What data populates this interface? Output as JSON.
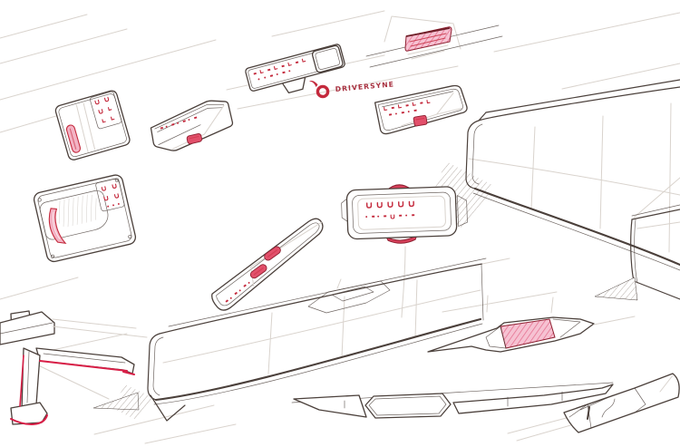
{
  "artwork": {
    "kind": "industrial-design-sketch-sheet",
    "subject": "automotive interior handle, trim and console concept sketches in pencil with red accents",
    "paper_color": "#ffffff"
  },
  "logo": {
    "text": "DRIVERSYNE",
    "icon": "red-swirl-emblem",
    "color": "#a8303f"
  },
  "palette": {
    "ink": "#4b403b",
    "faint_line": "#d9d3cd",
    "accent_red": "#c4293c",
    "accent_red_dark": "#8e1f30",
    "accent_pink": "#f3b3c4",
    "pink_hatch": "#f6c2d2",
    "graphite_hatch": "#cfc9c4",
    "paper": "#ffffff"
  },
  "sketches": [
    {
      "name": "panel-small-top-left",
      "detail": "rounded plate, red grip pill, red button glyphs"
    },
    {
      "name": "door-panel-with-grip",
      "detail": "large plate, pink crescent grip, red U buttons, corner screws"
    },
    {
      "name": "recessed-tray-left",
      "detail": "open tray, red button row, red pull tab"
    },
    {
      "name": "control-strip-top",
      "detail": "button strip with blank end pad and lower tab"
    },
    {
      "name": "surface-pocket-red",
      "detail": "recessed pocket filled red"
    },
    {
      "name": "console-tray-upper-right",
      "detail": "tray with red button row and red latch"
    },
    {
      "name": "beam-large-right",
      "detail": "long rounded prism in perspective with hatched shadow"
    },
    {
      "name": "overhead-console-center",
      "detail": "rounded pad, two red button rows, red tabs, side wings"
    },
    {
      "name": "armrest-diagonal",
      "detail": "double-outlined pull with red buttons and two red pill switches"
    },
    {
      "name": "handle-armature-bottom-left",
      "detail": "angular bracket with red edge accents and mounting hole"
    },
    {
      "name": "beam-large-bottom",
      "detail": "long rounded prism with recessed top handle and hatched shadow"
    },
    {
      "name": "blade-with-pink-pocket",
      "detail": "thin blade, pink hatched handle recess"
    },
    {
      "name": "prism-partial-right",
      "detail": "box edge with hatched shadow wedge"
    },
    {
      "name": "rail-profile-bottom",
      "detail": "flat rail with hexagonal handle notch"
    },
    {
      "name": "blade-bottom-right",
      "detail": "faceted thin handle blade"
    }
  ]
}
